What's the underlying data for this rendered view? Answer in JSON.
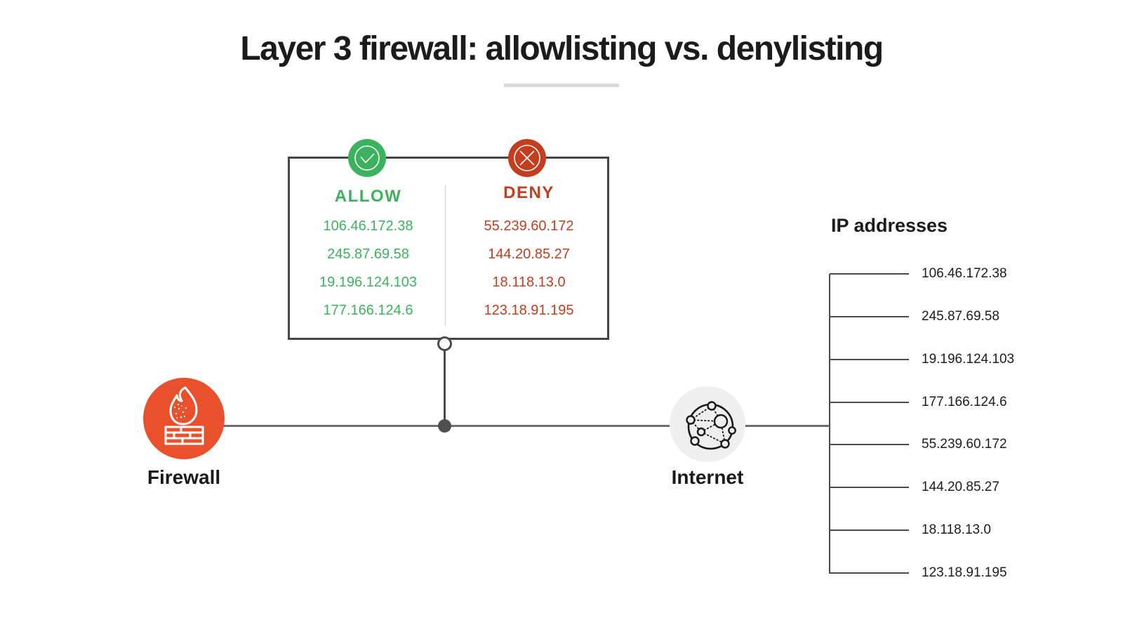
{
  "title": "Layer 3 firewall: allowlisting vs. denylisting",
  "comparison_panel": {
    "allow": {
      "label": "ALLOW",
      "ips": [
        "106.46.172.38",
        "245.87.69.58",
        "19.196.124.103",
        "177.166.124.6"
      ]
    },
    "deny": {
      "label": "DENY",
      "ips": [
        "55.239.60.172",
        "144.20.85.27",
        "18.118.13.0",
        "123.18.91.195"
      ]
    }
  },
  "nodes": {
    "firewall": {
      "label": "Firewall"
    },
    "internet": {
      "label": "Internet"
    }
  },
  "ip_list": {
    "title": "IP addresses",
    "ips": [
      "106.46.172.38",
      "245.87.69.58",
      "19.196.124.103",
      "177.166.124.6",
      "55.239.60.172",
      "144.20.85.27",
      "18.118.13.0",
      "123.18.91.195"
    ]
  },
  "colors": {
    "allow_green": "#3cb25e",
    "deny_red": "#c43d1e",
    "firewall_orange": "#e9512c",
    "internet_gray": "#efefef",
    "line_gray": "#6e6e6e",
    "border_dark": "#454545"
  }
}
